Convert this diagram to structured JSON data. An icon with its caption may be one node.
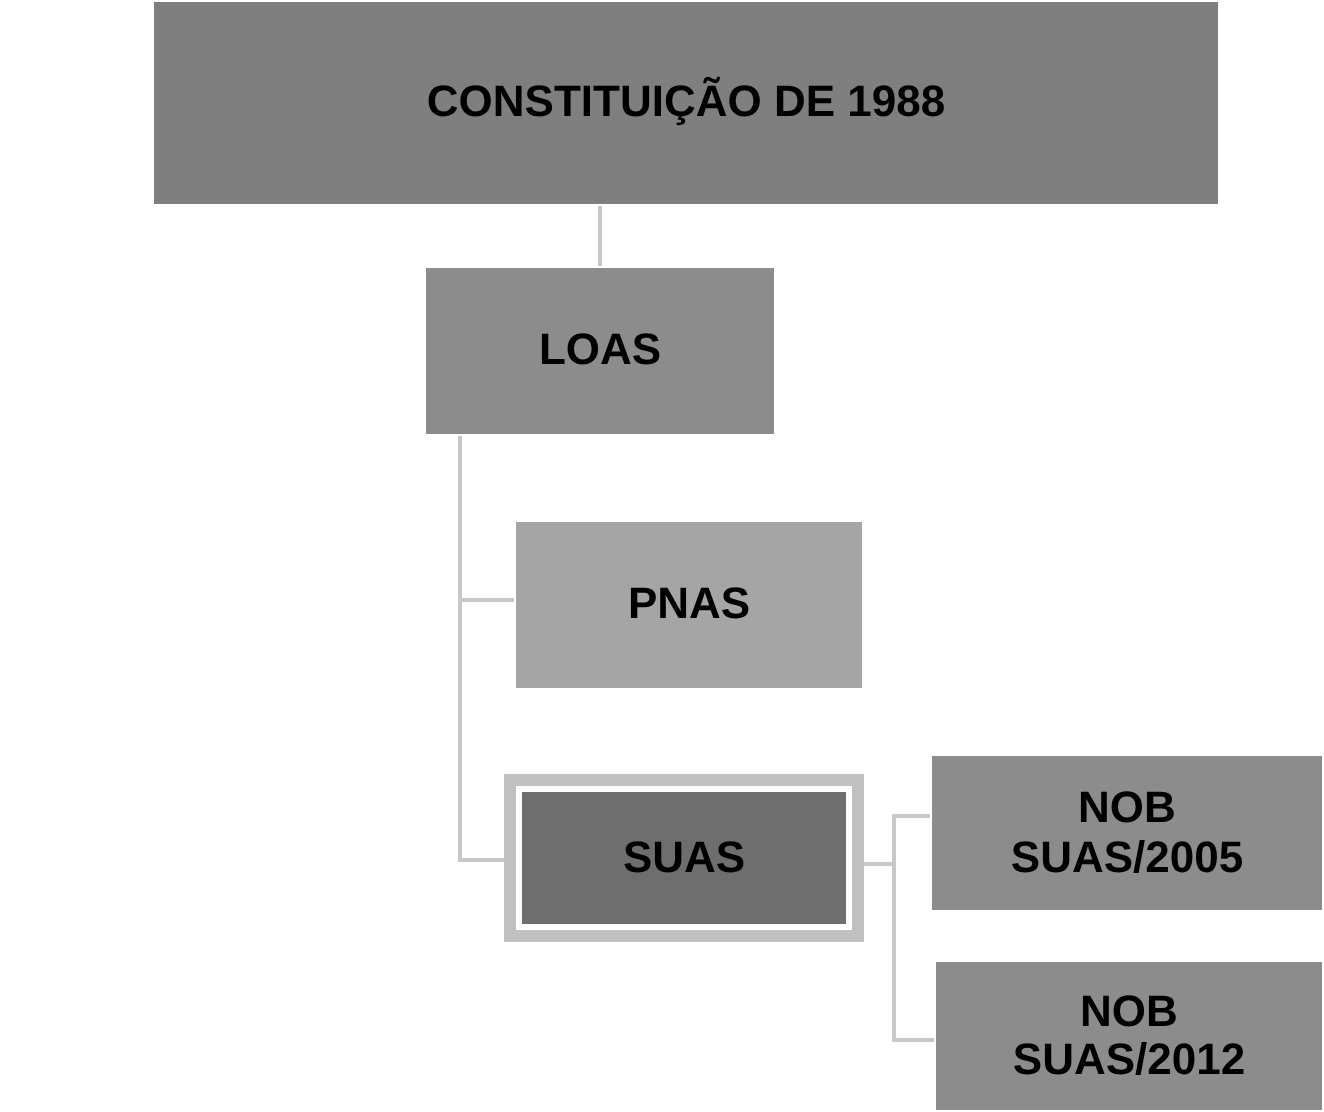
{
  "diagram": {
    "nodes": [
      {
        "text": [
          "CONSTITUIÇÃO DE 1988"
        ]
      },
      {
        "text": [
          "LOAS"
        ]
      },
      {
        "text": [
          "PNAS"
        ]
      },
      {
        "text": [
          "SUAS"
        ]
      },
      {
        "text": [
          "NOB SUAS/2005"
        ]
      },
      {
        "text": [
          "NOB SUAS/2012"
        ]
      }
    ],
    "edges": [
      {
        "from": 0,
        "to": 1,
        "arrow": "none"
      },
      {
        "from": 1,
        "to": 2,
        "arrow": "none"
      },
      {
        "from": 1,
        "to": 3,
        "arrow": "none"
      },
      {
        "from": 3,
        "to": 4,
        "arrow": "none"
      },
      {
        "from": 3,
        "to": 5,
        "arrow": "none"
      }
    ]
  }
}
